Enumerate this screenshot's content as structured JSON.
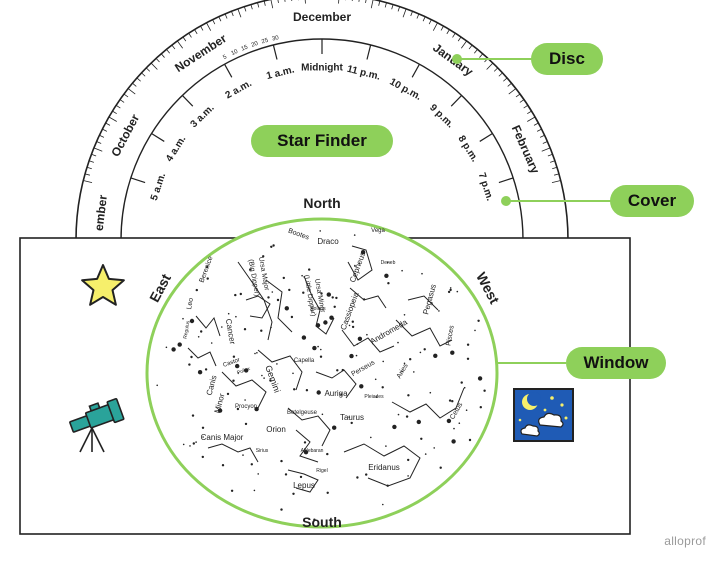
{
  "title": "Star Finder",
  "callouts": {
    "disc": "Disc",
    "cover": "Cover",
    "window": "Window"
  },
  "directions": {
    "north": "North",
    "south": "South",
    "east": "East",
    "west": "West"
  },
  "months": [
    "October",
    "November",
    "December",
    "January",
    "February"
  ],
  "month_fragment": "ember",
  "day_numbers": [
    "5",
    "10",
    "15",
    "20",
    "25",
    "30"
  ],
  "hours": [
    "5 a.m.",
    "4 a.m.",
    "3 a.m.",
    "2 a.m.",
    "1 a.m.",
    "Midnight",
    "11 p.m.",
    "10 p.m.",
    "9 p.m.",
    "8 p.m.",
    "7 p.m."
  ],
  "constellations": [
    "Vega",
    "Bootes",
    "Draco",
    "Berenice",
    "Ursa Major",
    "(Big Dipper)",
    "Ursa Minor",
    "(Little Dipper)",
    "Polaris",
    "Cepheus",
    "Deneb",
    "Leo",
    "Regulus",
    "Cancer",
    "Castor",
    "Pollux",
    "Gemini",
    "Capella",
    "Cassiopeia",
    "Pegasus",
    "Andromeda",
    "Pisces",
    "Canis",
    "Minor",
    "Procyon",
    "Perseus",
    "Aries",
    "Pleiades",
    "Auriga",
    "Taurus",
    "Betelgeuse",
    "Orion",
    "Rigel",
    "Canis Major",
    "Sirius",
    "Lepus",
    "Eridanus",
    "Cetus",
    "Aldebaran"
  ],
  "icons": [
    "star-icon",
    "telescope-icon",
    "night-sky-icon"
  ],
  "colors": {
    "accent": "#8ed05a",
    "outline": "#222222",
    "star_icon": "#f6ef6b",
    "telescope": "#2aa39a",
    "night_sky": "#1f5bb5"
  },
  "watermark": "alloprof"
}
